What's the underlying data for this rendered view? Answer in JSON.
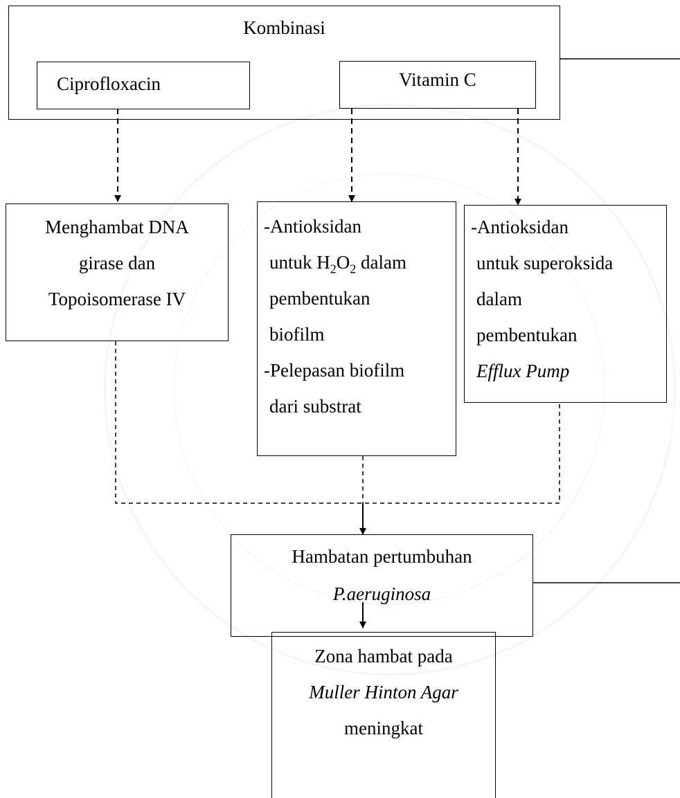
{
  "kombinasi": {
    "title": "Kombinasi"
  },
  "cipro": {
    "label": "Ciprofloxacin"
  },
  "vitc": {
    "label": "Vitamin C"
  },
  "dna": {
    "line1": "Menghambat DNA",
    "line2": "girase dan",
    "line3": "Topoisomerase IV"
  },
  "h2o2": {
    "line1": "-Antioksidan",
    "line2_pre": "untuk H",
    "line2_sub1": "2",
    "line2_mid": "O",
    "line2_sub2": "2",
    "line2_post": " dalam",
    "line3": "pembentukan",
    "line4": "biofilm",
    "line5": "-Pelepasan biofilm",
    "line6": "dari substrat"
  },
  "superoksida": {
    "line1": "-Antioksidan",
    "line2": "untuk superoksida",
    "line3": "dalam",
    "line4": "pembentukan",
    "line5": "Efflux Pump"
  },
  "hambatan": {
    "line1": "Hambatan pertumbuhan",
    "line2": "P.aeruginosa"
  },
  "zona": {
    "line1": "Zona hambat pada",
    "line2": "Muller Hinton Agar",
    "line3": "meningkat"
  }
}
